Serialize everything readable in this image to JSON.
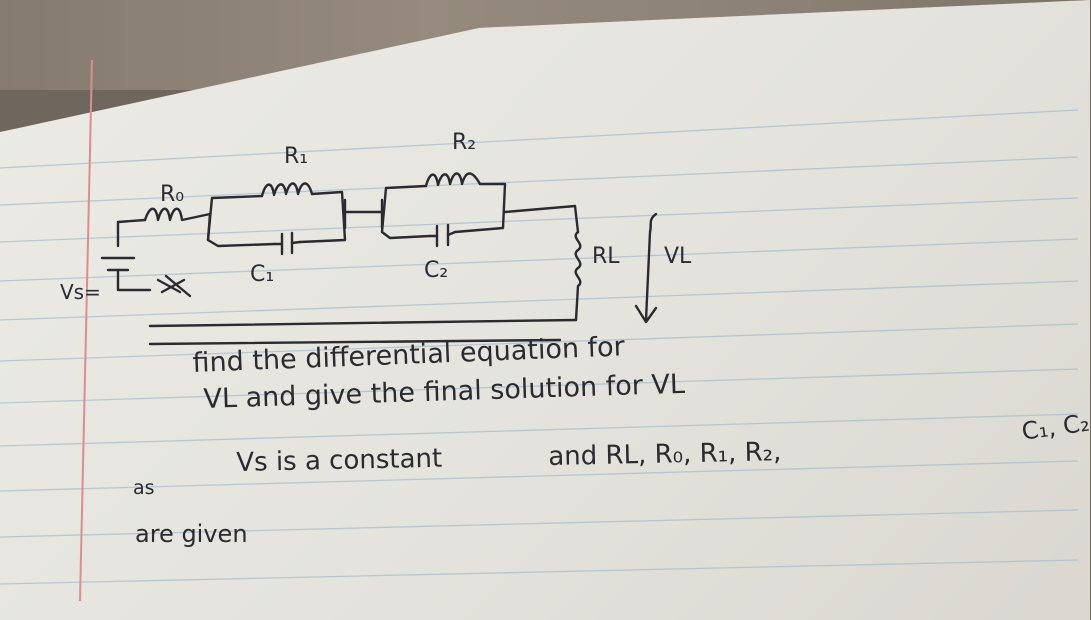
{
  "circuit": {
    "labels": {
      "r0": "R₀",
      "r1": "R₁",
      "r2": "R₂",
      "c1": "C₁",
      "c2": "C₂",
      "rl": "RL",
      "vl": "VL",
      "vs": "Vs="
    }
  },
  "problem": {
    "line1": "find the differential equation for",
    "line2": "VL and give the final solution for VL",
    "line3_right": "C₁, C₂",
    "line4_left": "as",
    "line4_mid": "Vs is a constant",
    "line4_right": "and RL, R₀, R₁, R₂,",
    "line5": "are given"
  },
  "colors": {
    "ink": "#2a2a30",
    "rule_blue": "#9fb5c8",
    "margin_red": "#d98a8a",
    "paper": "#e8e7e2"
  }
}
